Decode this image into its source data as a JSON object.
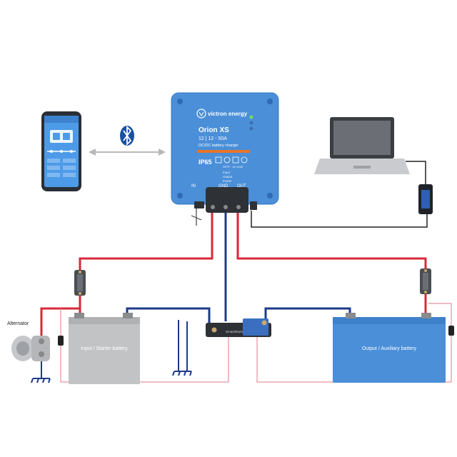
{
  "charger": {
    "brand": "victron energy",
    "model": "Orion XS",
    "rating": "12 | 12 - 50A",
    "subtitle": "DC/DC battery charger",
    "ip_rating": "IP65",
    "serial": "10 R - xx xxxx",
    "spec_input": "Input",
    "spec_output": "Output",
    "spec_power": "Power",
    "terminal_in": "IN",
    "terminal_gnd": "GND",
    "terminal_out": "OUT",
    "colors": {
      "body": "#4a8fd8",
      "accent": "#e8742a"
    }
  },
  "shunt": {
    "label": "SmartShunt"
  },
  "labels": {
    "alternator": "Alternator",
    "input_battery": "Input / Starter battery",
    "output_battery": "Output / Auxiliary battery"
  },
  "icons": {
    "bluetooth": "bluetooth-icon",
    "phone": "smartphone",
    "laptop": "laptop",
    "interface": "ve-direct-usb-interface"
  },
  "wire_colors": {
    "positive": "#d8283a",
    "negative": "#1e3a8a",
    "thin_positive": "#e57a86"
  }
}
